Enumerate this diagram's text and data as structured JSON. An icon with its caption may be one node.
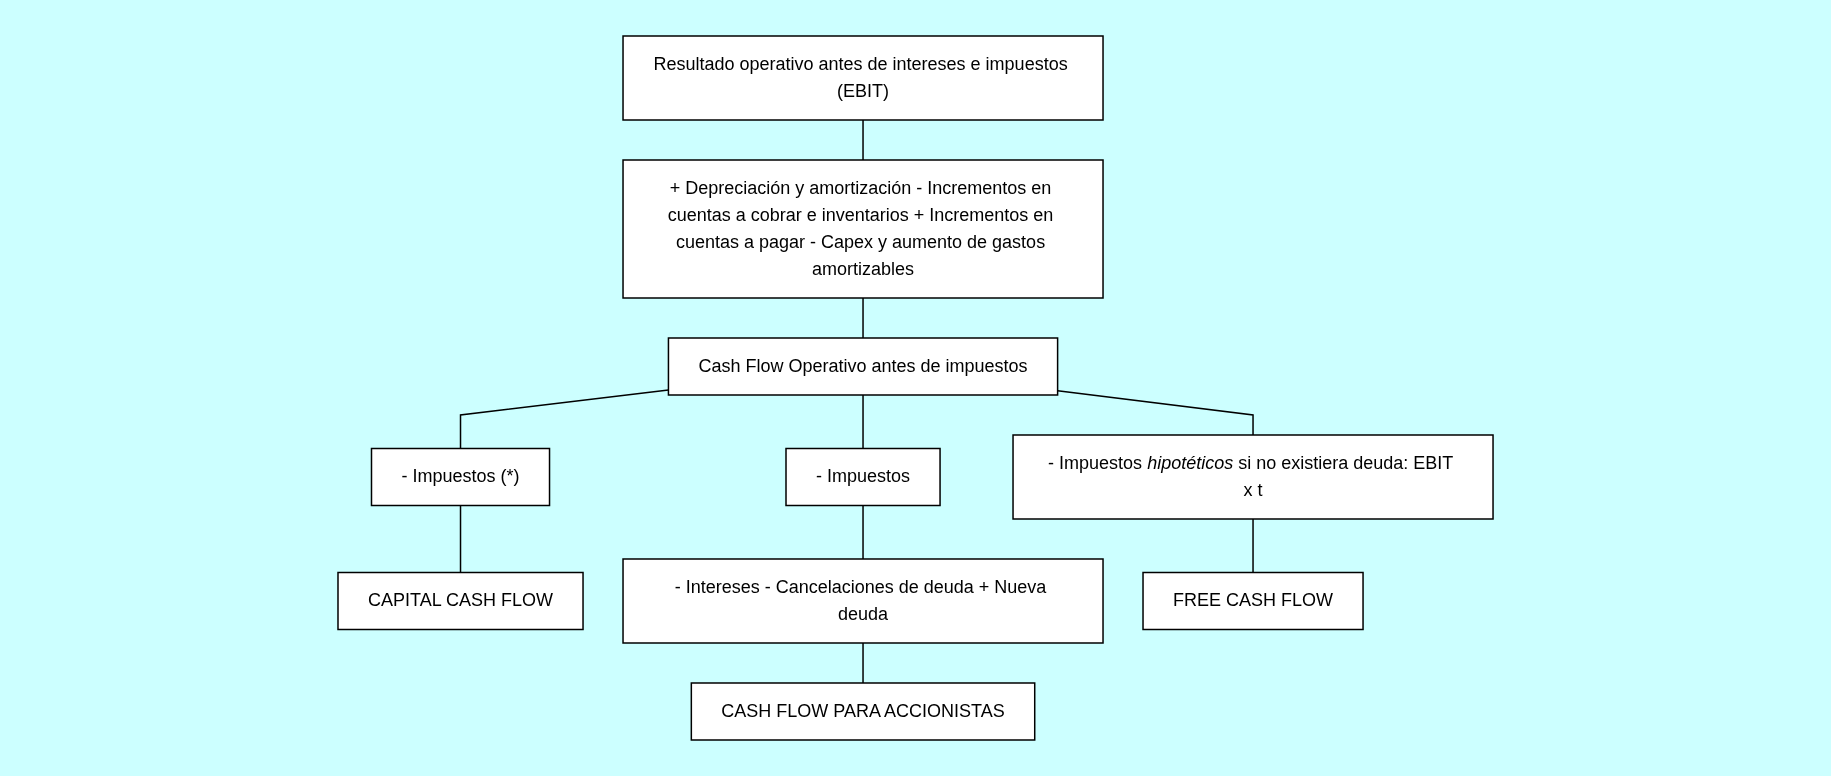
{
  "diagram": {
    "nodes": [
      {
        "text": [
          "Resultado operativo antes de intereses e impuestos (EBIT)"
        ]
      },
      {
        "text": [
          "+ Depreciación y amortización - Incrementos en cuentas a cobrar e inventarios + Incrementos en cuentas a pagar - Capex y aumento de gastos amortizables"
        ]
      },
      {
        "text": [
          "Cash Flow Operativo antes de impuestos"
        ]
      },
      {
        "text": [
          "- Impuestos (*)"
        ]
      },
      {
        "text": [
          "- Impuestos"
        ]
      },
      {
        "text": [
          "- Impuestos *hipotéticos* si no existiera deuda: EBIT x t"
        ]
      },
      {
        "text": [
          "CAPITAL CASH FLOW"
        ]
      },
      {
        "text": [
          "- Intereses - Cancelaciones de deuda + Nueva deuda"
        ]
      },
      {
        "text": [
          "FREE CASH FLOW"
        ]
      },
      {
        "text": [
          "CASH FLOW PARA ACCIONISTAS"
        ]
      }
    ],
    "edges": [
      {
        "from": 0,
        "to": 1,
        "arrow": "none"
      },
      {
        "from": 1,
        "to": 2,
        "arrow": "none"
      },
      {
        "from": 2,
        "to": 3,
        "arrow": "none"
      },
      {
        "from": 2,
        "to": 4,
        "arrow": "none"
      },
      {
        "from": 2,
        "to": 5,
        "arrow": "none"
      },
      {
        "from": 3,
        "to": 6,
        "arrow": "none"
      },
      {
        "from": 4,
        "to": 7,
        "arrow": "none"
      },
      {
        "from": 5,
        "to": 8,
        "arrow": "none"
      },
      {
        "from": 7,
        "to": 9,
        "arrow": "none"
      }
    ]
  }
}
